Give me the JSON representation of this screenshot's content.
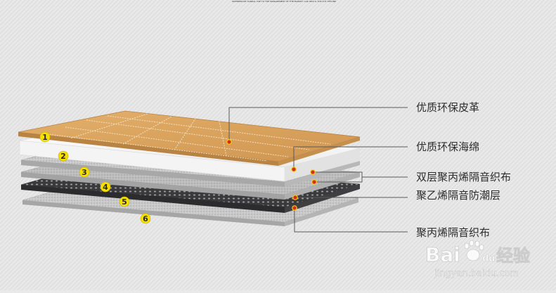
{
  "header_fine_print": "WATERPROOF SANDAL USE TO THE MANAGEMENT OF THE MARKET. CAR SEAT & TOP CUT OFFLINE",
  "layers": [
    {
      "num": "1",
      "label": "优质环保皮革"
    },
    {
      "num": "2",
      "label": "优质环保海绵"
    },
    {
      "num": "3",
      "label": "双层聚丙烯隔音织布"
    },
    {
      "num": "4",
      "label": "聚乙烯隔音防潮层"
    },
    {
      "num": "5",
      "label": "聚丙烯隔音织布"
    },
    {
      "num": "6",
      "label": ""
    }
  ],
  "watermark": {
    "brand": "Bai",
    "brand_tail": "du",
    "product": "经验",
    "url": "jingyan.baidu.com"
  },
  "colors": {
    "leather": "#d9a25c",
    "stitch": "#f5e3c4",
    "foam": "#ffffff",
    "fabric": "#b9b9b9",
    "pe_layer": "#3b3b3d",
    "badge": "#f6e000",
    "dot": "#d62b1f",
    "leader": "#5a5a5a"
  }
}
